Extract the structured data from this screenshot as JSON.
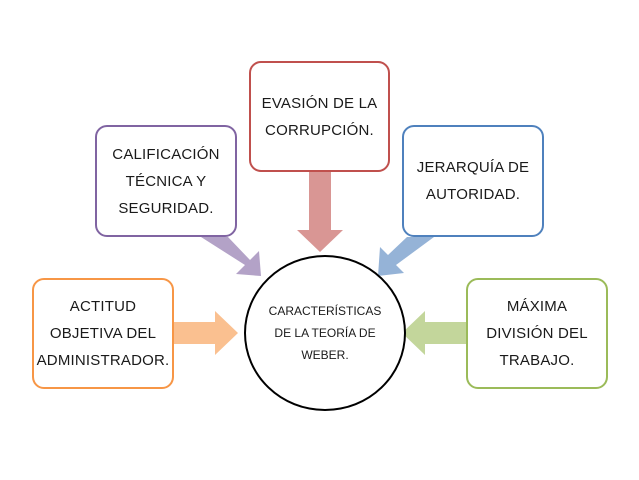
{
  "diagram": {
    "center": {
      "lines": [
        "CARACTERÍSTICAS",
        "DE LA TEORÍA DE",
        "WEBER."
      ]
    },
    "boxes": {
      "top": {
        "lines": [
          "EVASIÓN DE LA",
          "CORRUPCIÓN."
        ],
        "color": "#c0504d"
      },
      "left": {
        "lines": [
          "CALIFICACIÓN",
          "TÉCNICA Y",
          "SEGURIDAD."
        ],
        "color": "#8064a2"
      },
      "right": {
        "lines": [
          "JERARQUÍA DE",
          "AUTORIDAD."
        ],
        "color": "#4f81bd"
      },
      "far_left": {
        "lines": [
          "ACTITUD",
          "OBJETIVA DEL",
          "ADMINISTRADOR."
        ],
        "color": "#f79646"
      },
      "far_right": {
        "lines": [
          "MÁXIMA",
          "DIVISIÓN DEL",
          "TRABAJO."
        ],
        "color": "#9bbb59"
      }
    },
    "arrow_colors": {
      "top": "#d99694",
      "left": "#b3a2c7",
      "right": "#95b3d7",
      "far_left": "#fac090",
      "far_right": "#c3d69b"
    }
  }
}
